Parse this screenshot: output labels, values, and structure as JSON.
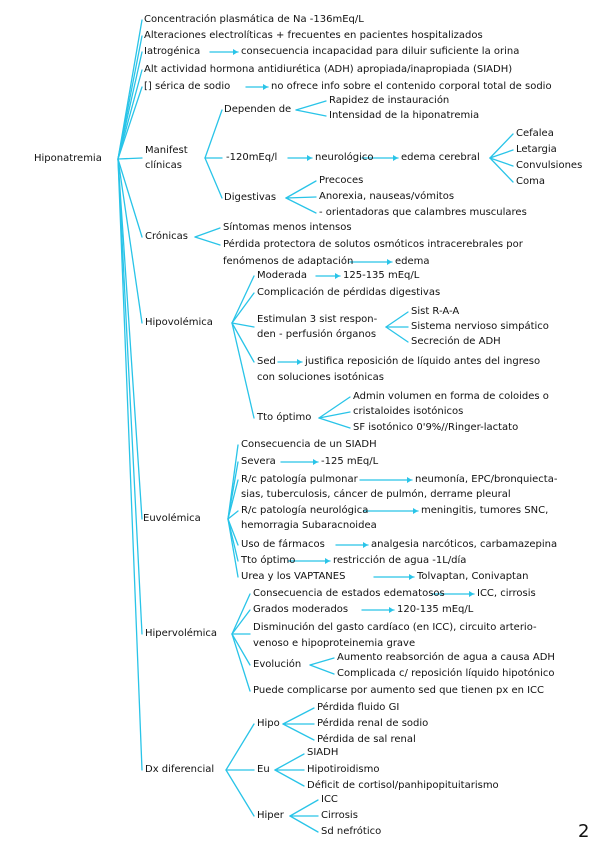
{
  "root": "Hiponatremia",
  "page_number": "2",
  "colors": {
    "lines": "#29c4e8",
    "text": "#111111"
  },
  "intro": [
    "Concentración plasmática de Na -136mEq/L",
    "Alteraciones electrolíticas + frecuentes en pacientes hospitalizados",
    "Iatrogénica",
    "consecuencia incapacidad para diluir suficiente la orina",
    "Alt actividad hormona antidiurética (ADH) apropiada/inapropiada (SIADH)",
    "[] sérica de sodio",
    "no ofrece info sobre el contenido corporal total de sodio"
  ],
  "manifest": {
    "label": "Manifest clínicas",
    "dependen": "Dependen de",
    "dependen_items": [
      "Rapidez de instauración",
      "Intensidad de la hiponatremia"
    ],
    "meq": "-120mEq/l",
    "neuro": "neurológico",
    "edema": "edema cerebral",
    "edema_items": [
      "Cefalea",
      "Letargia",
      "Convulsiones",
      "Coma"
    ],
    "digestivas": "Digestivas",
    "digestivas_items": [
      "Precoces",
      "Anorexia, nauseas/vómitos",
      "- orientadoras que calambres musculares"
    ]
  },
  "cronicas": {
    "label": "Crónicas",
    "items": [
      "Síntomas menos intensos",
      "Pérdida protectora de solutos osmóticos intracerebrales por",
      "fenómenos de adaptación",
      "edema"
    ]
  },
  "hipovolemica": {
    "label": "Hipovolémica",
    "moderada": "Moderada",
    "moderada_val": "125-135 mEq/L",
    "complicacion": "Complicación de pérdidas digestivas",
    "estimulan": [
      "Estimulan 3 sist respon-",
      "den - perfusión órganos"
    ],
    "estimulan_items": [
      "Sist R-A-A",
      "Sistema nervioso simpático",
      "Secreción de ADH"
    ],
    "sed": "Sed",
    "sed_text": "justifica reposición de líquido antes del ingreso",
    "sed_text2": "con soluciones isotónicas",
    "tto": "Tto óptimo",
    "tto_items": [
      "Admin volumen en forma de coloides o",
      "cristaloides isotónicos",
      "SF isotónico 0'9%//Ringer-lactato"
    ]
  },
  "euvolemica": {
    "label": "Euvolémica",
    "consecuencia": "Consecuencia de un SIADH",
    "severa": "Severa",
    "severa_val": "-125 mEq/L",
    "pulmonar": "R/c patología pulmonar",
    "pulmonar_val": "neumonía, EPC/bronquiecta-",
    "pulmonar_val2": "sias, tuberculosis, cáncer de pulmón, derrame pleural",
    "neuro": "R/c patología neurológica",
    "neuro_val": "meningitis, tumores SNC,",
    "neuro_val2": "hemorragia Subaracnoidea",
    "farmacos": "Uso de fármacos",
    "farmacos_val": "analgesia narcóticos, carbamazepina",
    "tto": "Tto óptimo",
    "tto_val": "restricción de agua -1L/día",
    "urea": "Urea y los VAPTANES",
    "urea_val": "Tolvaptan, Conivaptan"
  },
  "hipervolemica": {
    "label": "Hipervolémica",
    "consecuencia": "Consecuencia de estados edematosos",
    "consecuencia_val": "ICC, cirrosis",
    "grados": "Grados moderados",
    "grados_val": "120-135 mEq/L",
    "disminucion": "Disminución del gasto cardíaco (en ICC), circuito arterio-",
    "disminucion2": "venoso e hipoproteinemia grave",
    "evolucion": "Evolución",
    "evolucion_items": [
      "Aumento reabsorción de agua a causa ADH",
      "Complicada c/ reposición líquido hipotónico"
    ],
    "puede": "Puede complicarse por aumento sed que tienen px en ICC"
  },
  "dx": {
    "label": "Dx diferencial",
    "hipo": "Hipo",
    "hipo_items": [
      "Pérdida fluido GI",
      "Pérdida renal de sodio",
      "Pérdida de sal renal"
    ],
    "eu": "Eu",
    "eu_items": [
      "SIADH",
      "Hipotiroidismo",
      "Déficit de cortisol/panhipopituitarismo"
    ],
    "hiper": "Hiper",
    "hiper_items": [
      "ICC",
      "Cirrosis",
      "Sd nefrótico"
    ]
  }
}
